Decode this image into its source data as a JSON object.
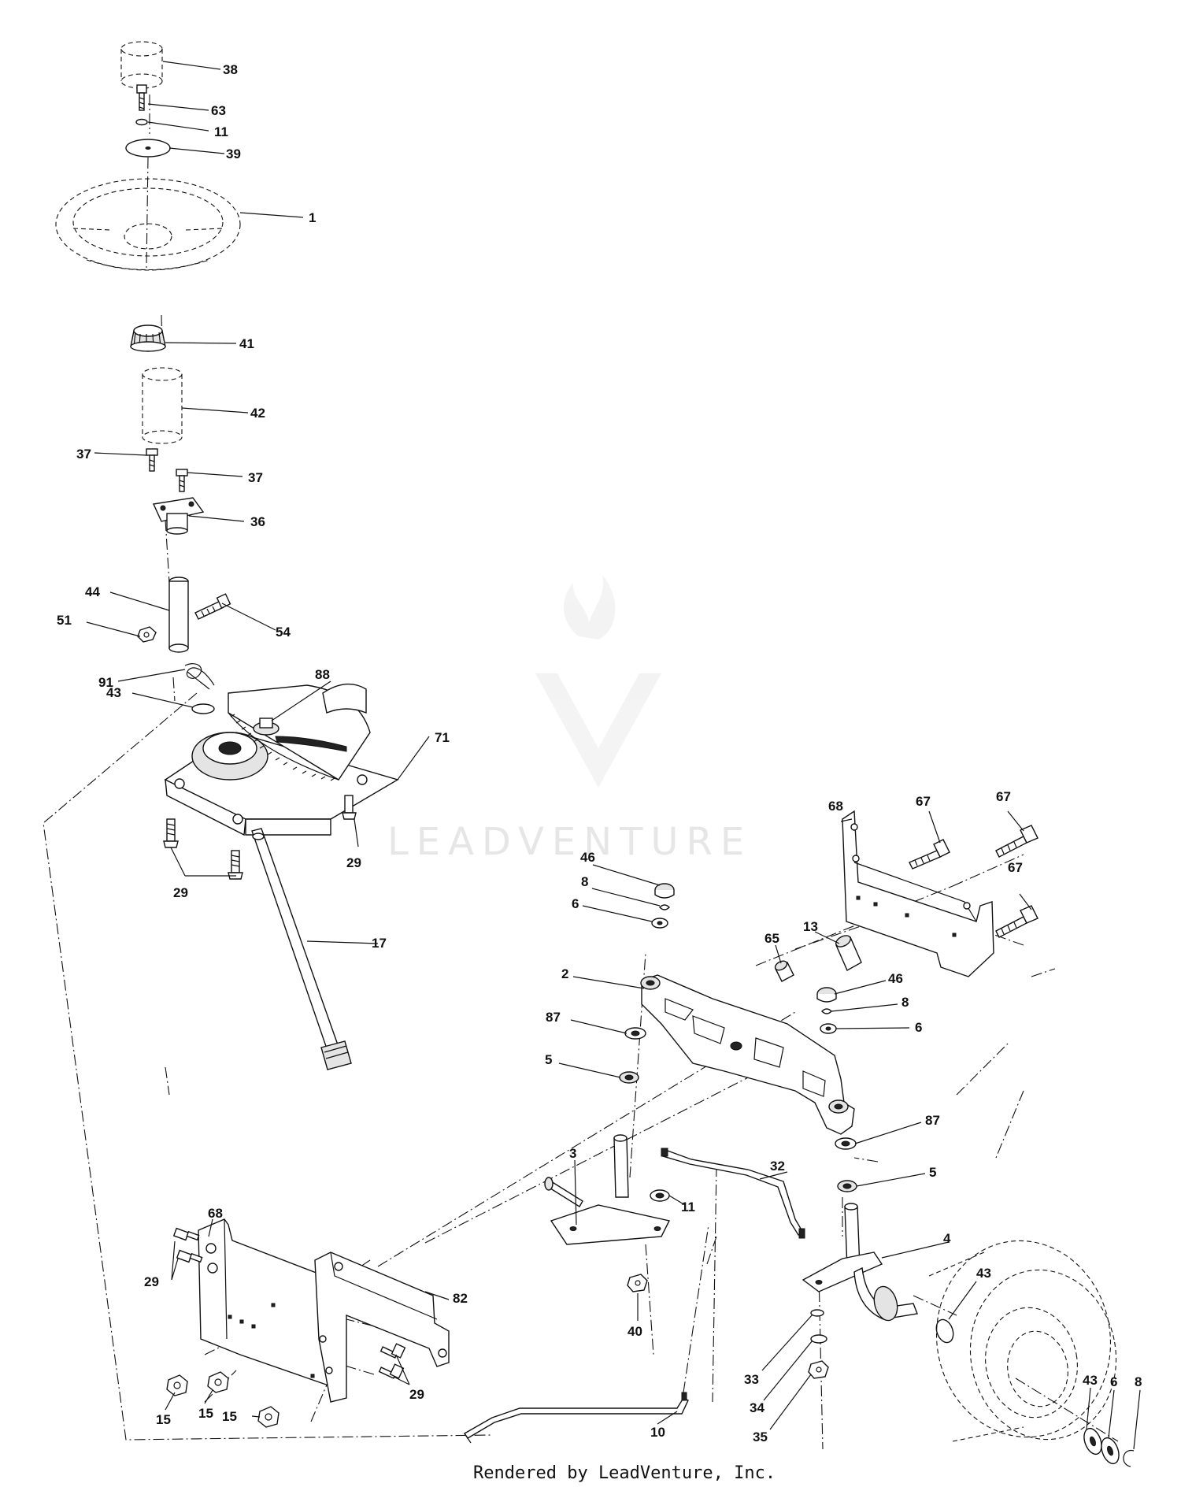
{
  "watermark": "LEADVENTURE",
  "credit": "Rendered by LeadVenture, Inc.",
  "callouts": [
    {
      "id": "c-38",
      "text": "38"
    },
    {
      "id": "c-63",
      "text": "63"
    },
    {
      "id": "c-11a",
      "text": "11"
    },
    {
      "id": "c-39",
      "text": "39"
    },
    {
      "id": "c-1",
      "text": "1"
    },
    {
      "id": "c-41",
      "text": "41"
    },
    {
      "id": "c-42",
      "text": "42"
    },
    {
      "id": "c-37a",
      "text": "37"
    },
    {
      "id": "c-37b",
      "text": "37"
    },
    {
      "id": "c-36",
      "text": "36"
    },
    {
      "id": "c-44",
      "text": "44"
    },
    {
      "id": "c-51",
      "text": "51"
    },
    {
      "id": "c-54",
      "text": "54"
    },
    {
      "id": "c-91",
      "text": "91"
    },
    {
      "id": "c-88",
      "text": "88"
    },
    {
      "id": "c-43a",
      "text": "43"
    },
    {
      "id": "c-71",
      "text": "71"
    },
    {
      "id": "c-29a",
      "text": "29"
    },
    {
      "id": "c-29b",
      "text": "29"
    },
    {
      "id": "c-17",
      "text": "17"
    },
    {
      "id": "c-68a",
      "text": "68"
    },
    {
      "id": "c-67a",
      "text": "67"
    },
    {
      "id": "c-67b",
      "text": "67"
    },
    {
      "id": "c-67c",
      "text": "67"
    },
    {
      "id": "c-46a",
      "text": "46"
    },
    {
      "id": "c-8a",
      "text": "8"
    },
    {
      "id": "c-6a",
      "text": "6"
    },
    {
      "id": "c-13",
      "text": "13"
    },
    {
      "id": "c-65",
      "text": "65"
    },
    {
      "id": "c-2",
      "text": "2"
    },
    {
      "id": "c-46b",
      "text": "46"
    },
    {
      "id": "c-8b",
      "text": "8"
    },
    {
      "id": "c-6b",
      "text": "6"
    },
    {
      "id": "c-87a",
      "text": "87"
    },
    {
      "id": "c-5a",
      "text": "5"
    },
    {
      "id": "c-87b",
      "text": "87"
    },
    {
      "id": "c-5b",
      "text": "5"
    },
    {
      "id": "c-3",
      "text": "3"
    },
    {
      "id": "c-32",
      "text": "32"
    },
    {
      "id": "c-11b",
      "text": "11"
    },
    {
      "id": "c-4",
      "text": "4"
    },
    {
      "id": "c-68b",
      "text": "68"
    },
    {
      "id": "c-29c",
      "text": "29"
    },
    {
      "id": "c-82",
      "text": "82"
    },
    {
      "id": "c-40",
      "text": "40"
    },
    {
      "id": "c-43b",
      "text": "43"
    },
    {
      "id": "c-43c",
      "text": "43"
    },
    {
      "id": "c-6c",
      "text": "6"
    },
    {
      "id": "c-8c",
      "text": "8"
    },
    {
      "id": "c-15a",
      "text": "15"
    },
    {
      "id": "c-15b",
      "text": "15"
    },
    {
      "id": "c-29d",
      "text": "29"
    },
    {
      "id": "c-15c",
      "text": "15"
    },
    {
      "id": "c-33",
      "text": "33"
    },
    {
      "id": "c-34",
      "text": "34"
    },
    {
      "id": "c-35",
      "text": "35"
    },
    {
      "id": "c-10",
      "text": "10"
    }
  ]
}
